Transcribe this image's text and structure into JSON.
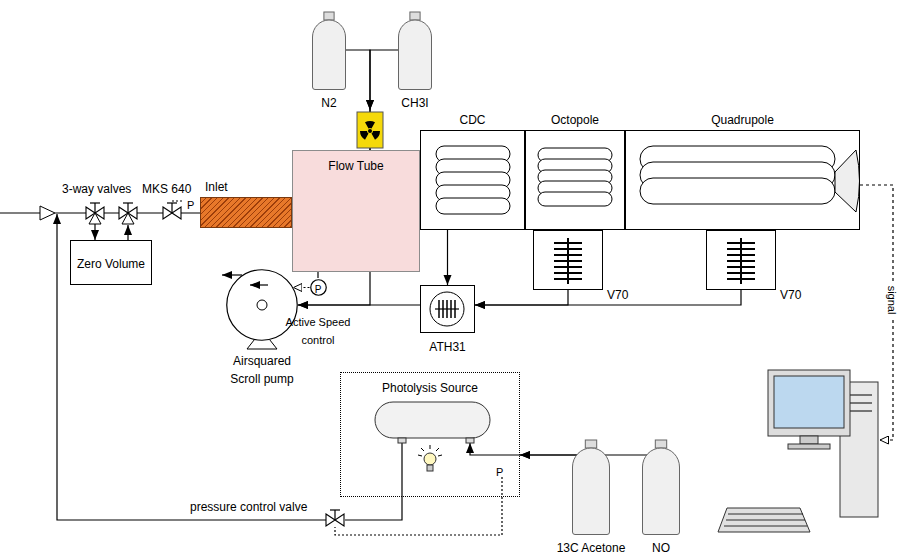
{
  "diagram": {
    "nodes": [
      {
        "text": [
          "N2"
        ]
      },
      {
        "text": [
          "CH3I"
        ]
      },
      {
        "text": [
          "Inlet"
        ]
      },
      {
        "text": [
          "Flow Tube"
        ]
      },
      {
        "text": [
          "CDC"
        ]
      },
      {
        "text": [
          "Octopole"
        ]
      },
      {
        "text": [
          "Quadrupole"
        ]
      },
      {
        "text": [
          "Zero Volume"
        ]
      },
      {
        "text": [
          "P"
        ]
      },
      {
        "text": [
          "V70"
        ]
      },
      {
        "text": [
          "V70"
        ]
      },
      {
        "text": [
          "ATH31"
        ]
      },
      {
        "text": [
          "Airsquared Scroll pump"
        ]
      },
      {
        "text": [
          "Photolysis Source"
        ]
      },
      {
        "text": [
          "13C Acetone"
        ]
      },
      {
        "text": [
          "NO"
        ]
      }
    ],
    "edges": [
      {
        "from": 0,
        "to": 3,
        "arrow": "to"
      },
      {
        "from": 1,
        "to": 3,
        "arrow": "to"
      },
      {
        "from": 3,
        "to": 12,
        "arrow": "to"
      },
      {
        "from": 4,
        "to": 11,
        "arrow": "to"
      },
      {
        "from": 9,
        "to": 11,
        "arrow": "to"
      },
      {
        "from": 10,
        "to": 11,
        "arrow": "to"
      },
      {
        "from": 11,
        "to": 12,
        "arrow": "to"
      },
      {
        "from": 8,
        "to": 12,
        "arrow": "to"
      },
      {
        "from": 14,
        "to": 13,
        "arrow": "to"
      },
      {
        "from": 15,
        "to": 13,
        "arrow": "to"
      },
      {
        "from": 3,
        "to": 8,
        "arrow": "none"
      }
    ],
    "labels": [
      "3-way valves",
      "MKS 640",
      "P",
      "Active Speed control",
      "signal",
      "pressure control valve",
      "P"
    ]
  }
}
